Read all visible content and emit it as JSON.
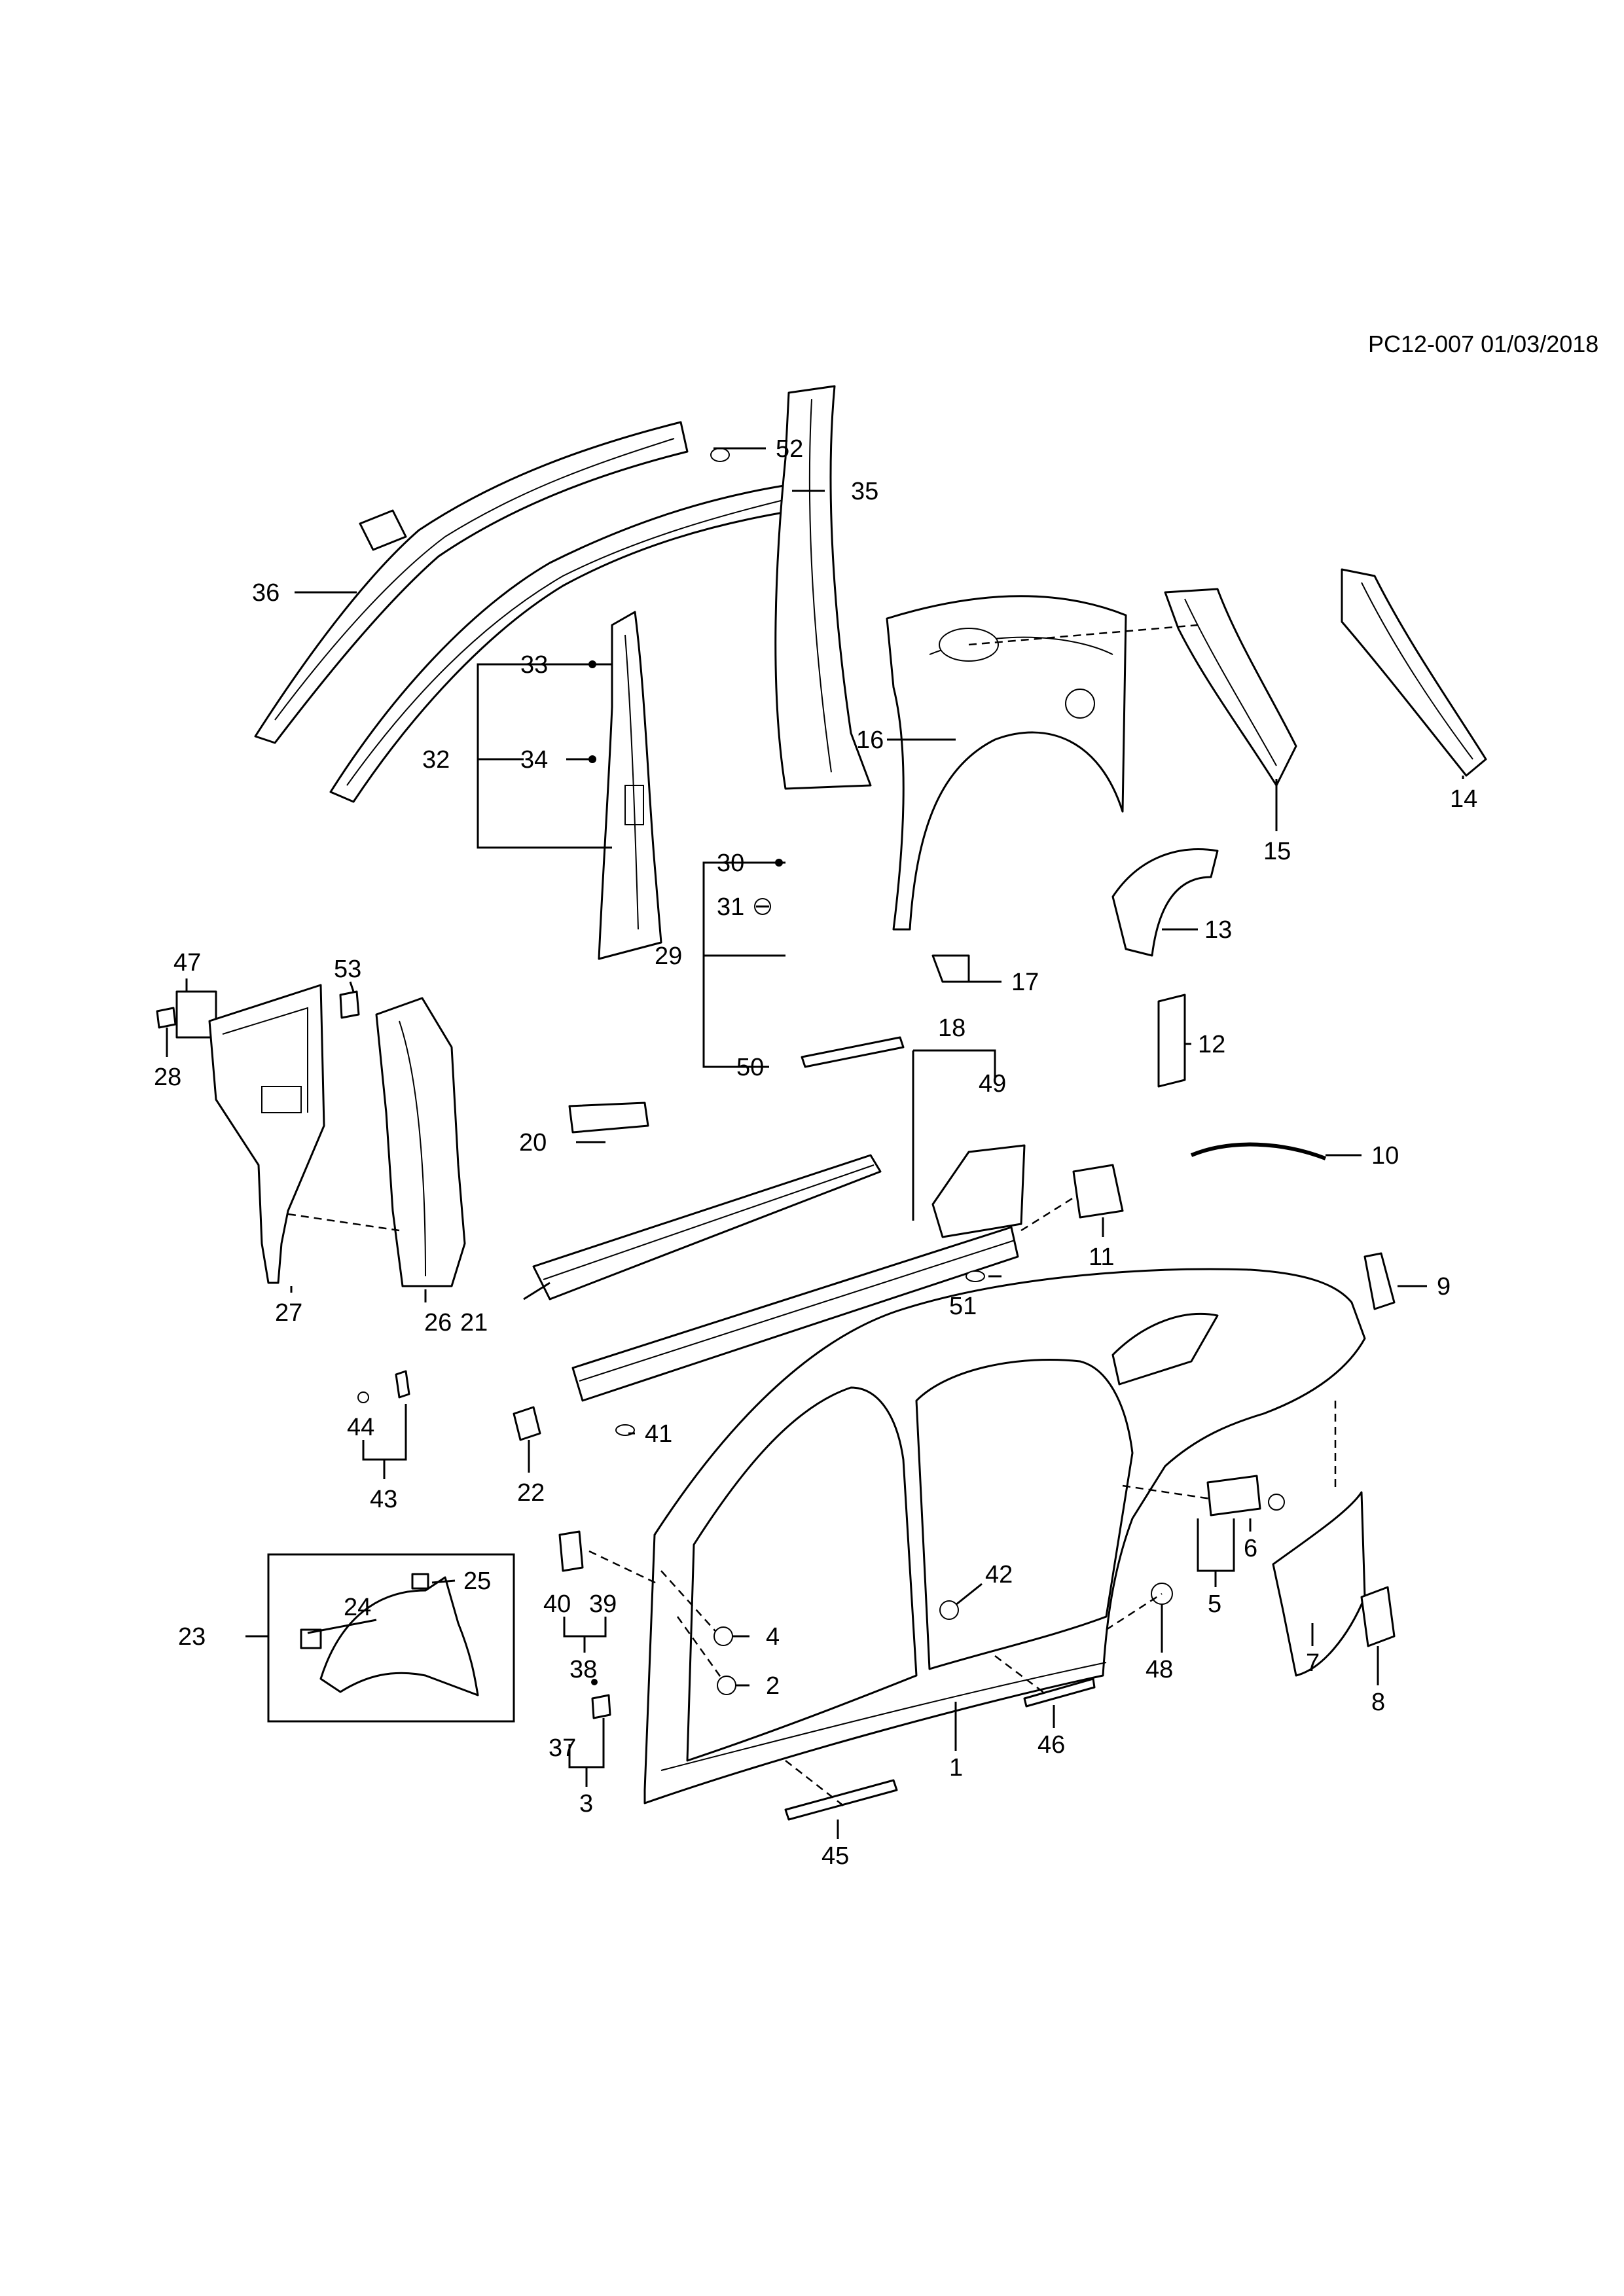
{
  "document_ref": "PC12-007 01/03/2018",
  "callouts": [
    "1",
    "2",
    "3",
    "4",
    "5",
    "6",
    "7",
    "8",
    "9",
    "10",
    "11",
    "12",
    "13",
    "14",
    "15",
    "16",
    "17",
    "18",
    "20",
    "21",
    "22",
    "23",
    "24",
    "25",
    "26",
    "27",
    "28",
    "29",
    "30",
    "31",
    "32",
    "33",
    "34",
    "35",
    "36",
    "37",
    "38",
    "39",
    "40",
    "41",
    "42",
    "43",
    "44",
    "45",
    "46",
    "47",
    "48",
    "49",
    "50",
    "51",
    "52",
    "53"
  ]
}
